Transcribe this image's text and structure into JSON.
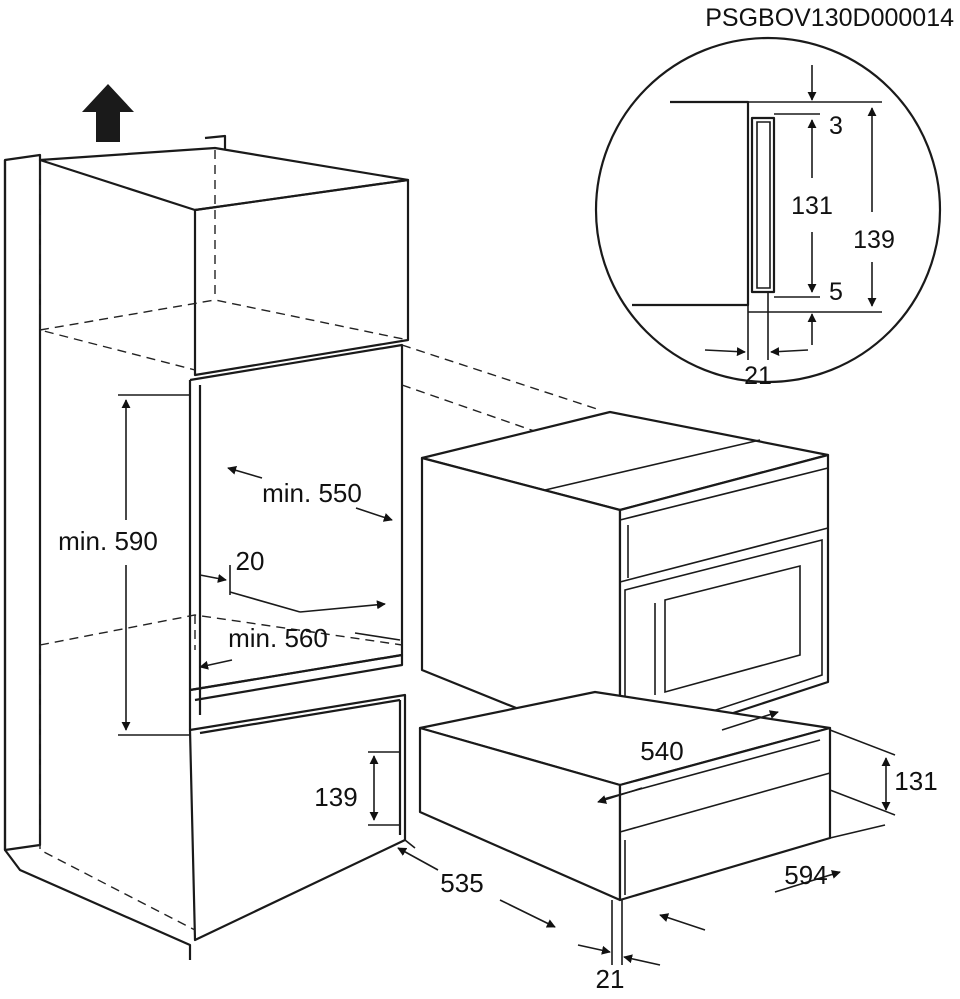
{
  "diagram": {
    "reference_code": "PSGBOV130D000014",
    "cabinet": {
      "niche_height": "min. 590",
      "niche_depth": "min. 550",
      "niche_width": "min. 560",
      "rear_gap": "20",
      "drawer_niche_height": "139",
      "drawer_niche_depth": "535"
    },
    "drawer": {
      "height": "131",
      "depth": "540",
      "width": "594",
      "front_offset": "21"
    },
    "detail": {
      "top_gap": "3",
      "front_height": "131",
      "total_height": "139",
      "bottom_gap": "5",
      "depth_offset": "21"
    }
  }
}
